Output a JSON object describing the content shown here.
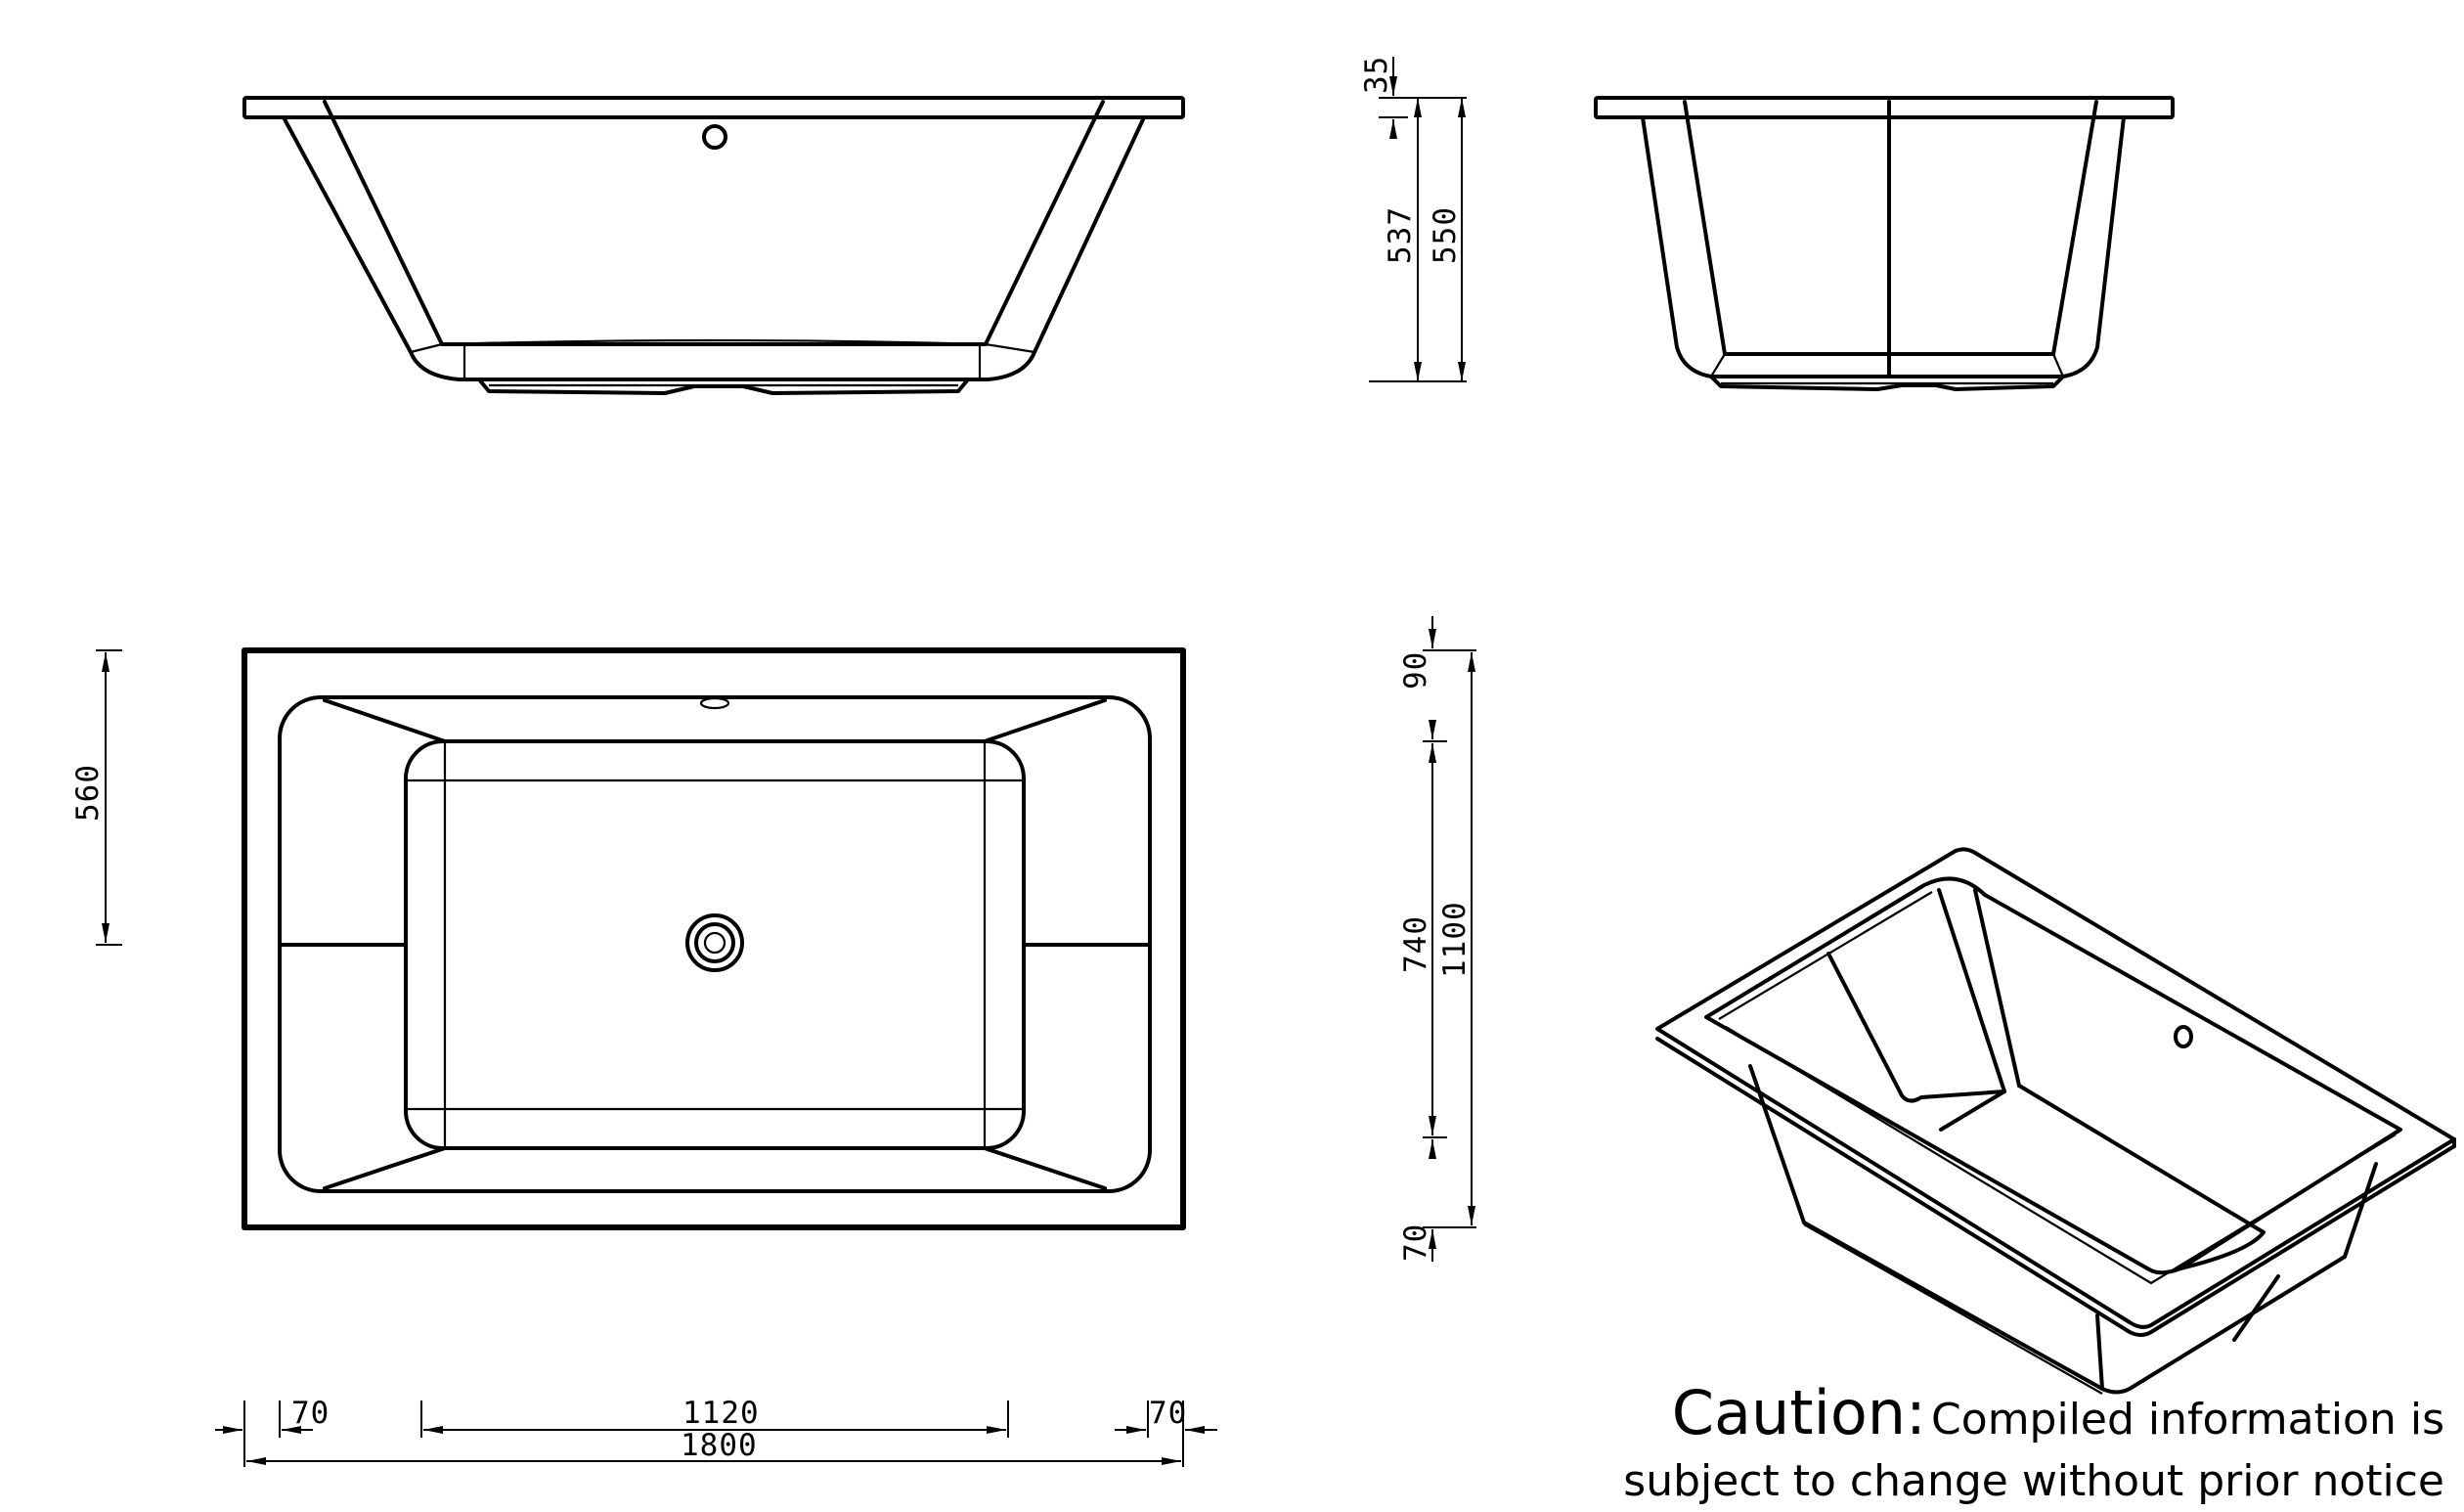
{
  "dimensions": {
    "rim_35": "35",
    "depth_537": "537",
    "height_550": "550",
    "half_width_560": "560",
    "top_90": "90",
    "inner_740": "740",
    "width_1100": "1100",
    "bottom_70": "70",
    "left_70": "70",
    "inner_1120": "1120",
    "right_70": "70",
    "length_1800": "1800"
  },
  "caution": {
    "label": "Caution:",
    "line1": "Compiled information is",
    "line2": "subject to change without prior notice"
  }
}
